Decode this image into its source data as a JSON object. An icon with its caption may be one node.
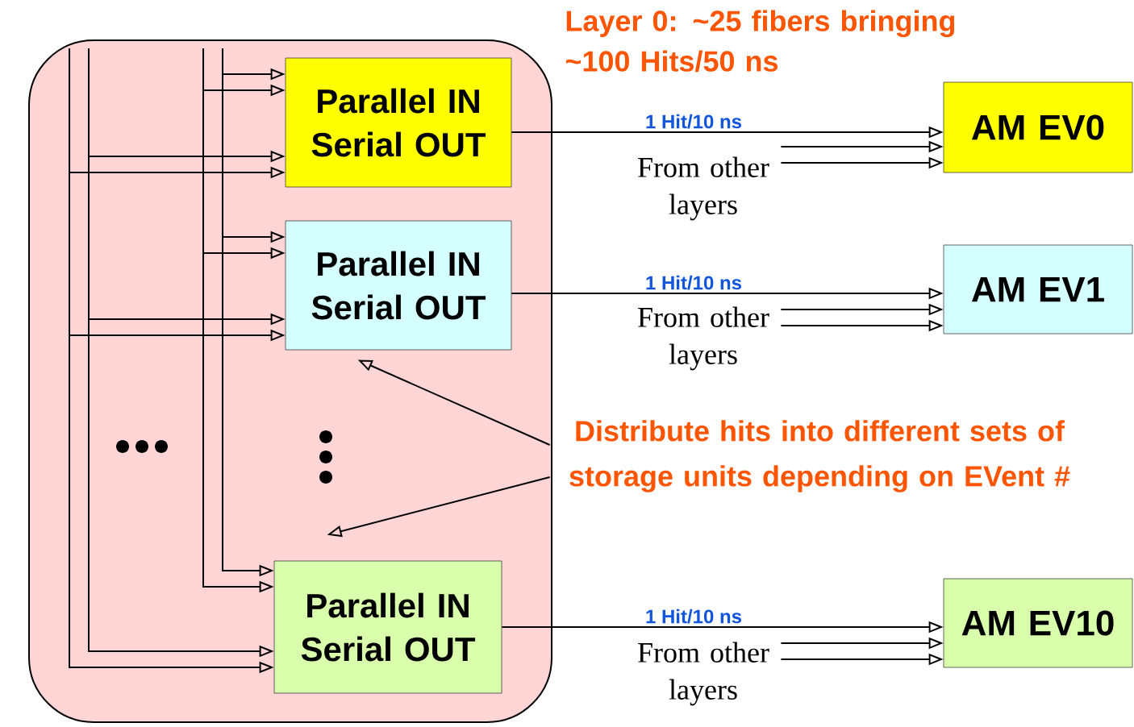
{
  "diagram": {
    "nodes": [
      {
        "text": [],
        "shape": "box"
      },
      {
        "text": [
          "Parallel IN Serial OUT"
        ],
        "in": 0
      },
      {
        "text": [
          "Parallel IN Serial OUT"
        ],
        "in": 0
      },
      {
        "text": [
          "Parallel IN Serial OUT"
        ],
        "in": 0
      },
      {
        "text": [
          "AM EV0"
        ]
      },
      {
        "text": [
          "AM EV1"
        ]
      },
      {
        "text": [
          "AM EV10"
        ]
      },
      {
        "text": [
          "From other layers"
        ]
      },
      {
        "text": [
          "From other layers"
        ]
      },
      {
        "text": [
          "From other layers"
        ]
      },
      {
        "text": [
          "Distribute hits into different sets of storage units depending on EVent #"
        ]
      }
    ],
    "edges": [
      {
        "from": null,
        "to": 1,
        "arrow": "to"
      },
      {
        "from": null,
        "to": 1,
        "arrow": "to"
      },
      {
        "from": null,
        "to": 1,
        "arrow": "to"
      },
      {
        "from": null,
        "to": 1,
        "arrow": "to"
      },
      {
        "from": null,
        "to": 2,
        "arrow": "to"
      },
      {
        "from": null,
        "to": 2,
        "arrow": "to"
      },
      {
        "from": null,
        "to": 2,
        "arrow": "to"
      },
      {
        "from": null,
        "to": 2,
        "arrow": "to"
      },
      {
        "from": null,
        "to": 3,
        "arrow": "to"
      },
      {
        "from": null,
        "to": 3,
        "arrow": "to"
      },
      {
        "from": null,
        "to": 3,
        "arrow": "to"
      },
      {
        "from": null,
        "to": 3,
        "arrow": "to"
      },
      {
        "from": 1,
        "to": 4,
        "arrow": "to",
        "label": "1 Hit/10 ns"
      },
      {
        "from": 7,
        "to": 4,
        "arrow": "to"
      },
      {
        "from": 7,
        "to": 4,
        "arrow": "to"
      },
      {
        "from": 2,
        "to": 5,
        "arrow": "to",
        "label": "1 Hit/10 ns"
      },
      {
        "from": 8,
        "to": 5,
        "arrow": "to"
      },
      {
        "from": 8,
        "to": 5,
        "arrow": "to"
      },
      {
        "from": 3,
        "to": 6,
        "arrow": "to",
        "label": "1 Hit/10 ns"
      },
      {
        "from": 9,
        "to": 6,
        "arrow": "to"
      },
      {
        "from": 9,
        "to": 6,
        "arrow": "to"
      },
      {
        "from": 10,
        "to": 2,
        "arrow": "to"
      },
      {
        "from": 10,
        "to": 3,
        "arrow": "to"
      }
    ],
    "labels": [
      "Layer 0: ~25 fibers bringing ~100 Hits/50 ns"
    ]
  }
}
